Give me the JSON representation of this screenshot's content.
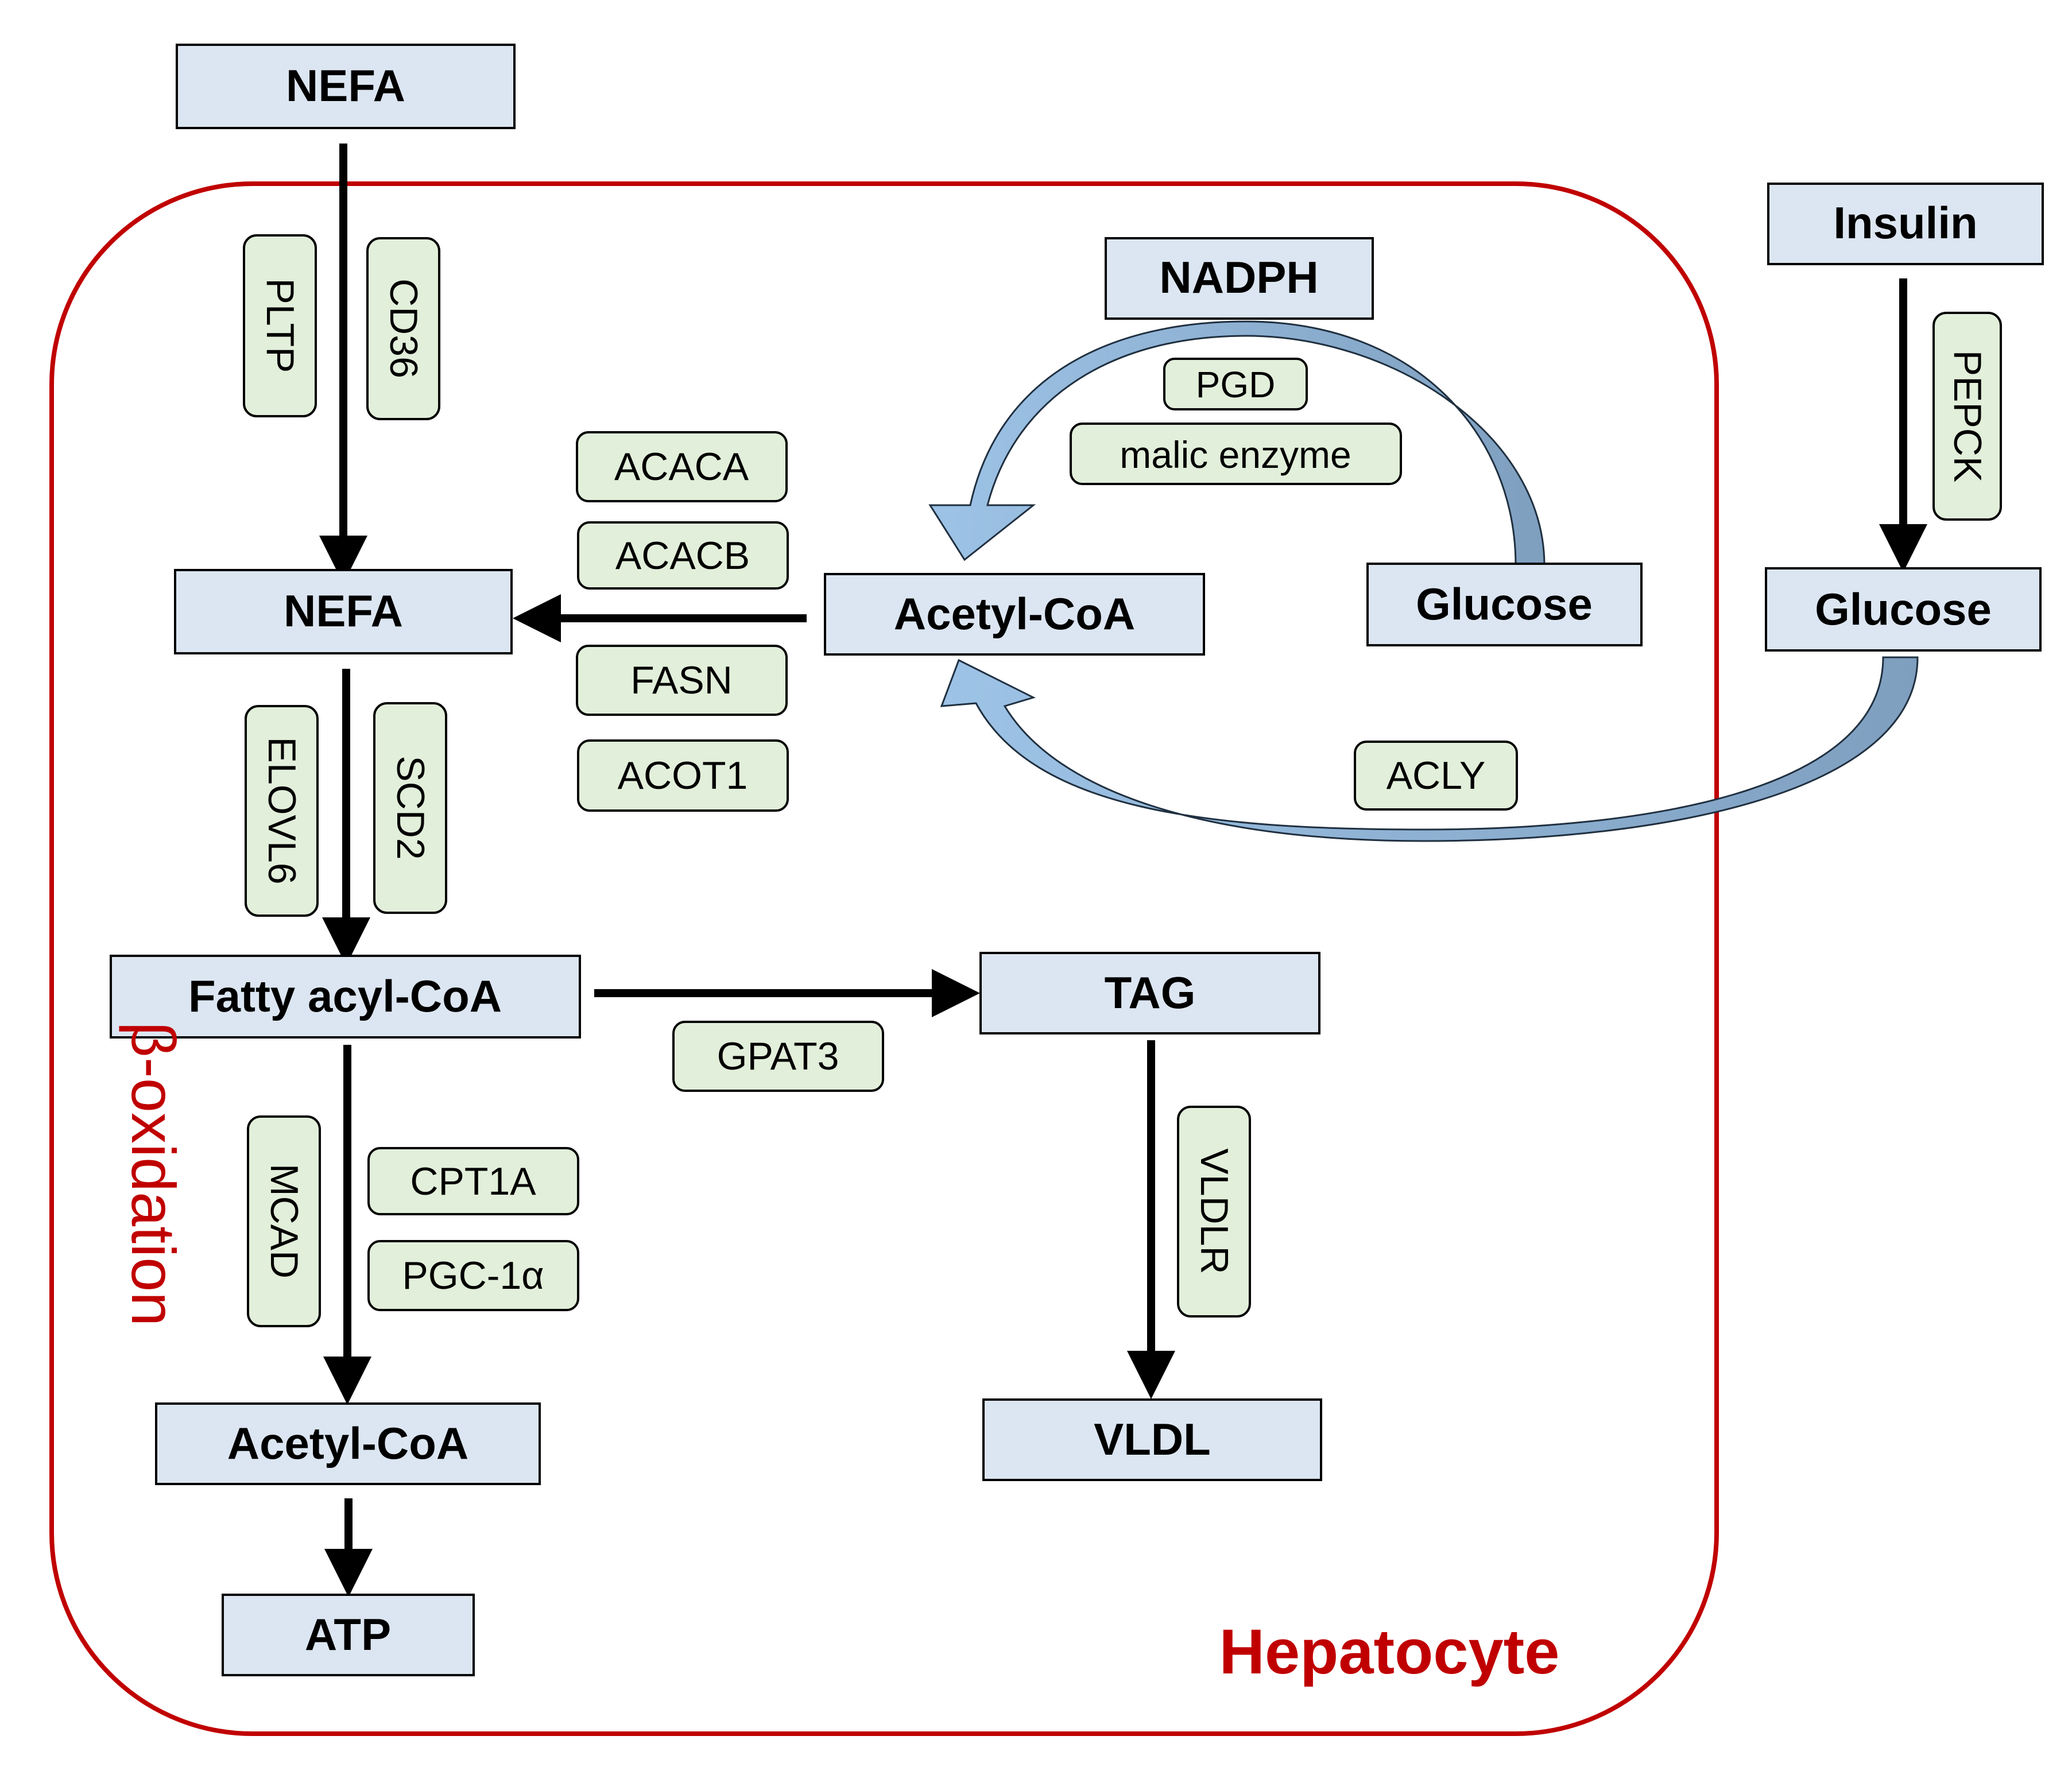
{
  "colors": {
    "cell_border": "#c00000",
    "node_fill": "#dce6f2",
    "node_stroke": "#000000",
    "enzyme_fill": "#e2efda",
    "enzyme_stroke": "#000000",
    "arrow": "#000000",
    "curved_arrow_light": "#9dc3e6",
    "curved_arrow_dark": "#7f9fbf",
    "label_red": "#c00000"
  },
  "cell_label": "Hepatocyte",
  "side_label": "β-oxidation",
  "nodes": {
    "nefa_outside": "NEFA",
    "nefa_inside": "NEFA",
    "fatty_acyl_coa": "Fatty acyl-CoA",
    "acetyl_coa_bottom": "Acetyl-CoA",
    "atp": "ATP",
    "tag": "TAG",
    "vldl": "VLDL",
    "acetyl_coa_center": "Acetyl-CoA",
    "nadph": "NADPH",
    "glucose_inside": "Glucose",
    "insulin": "Insulin",
    "glucose_outside": "Glucose"
  },
  "enzymes": {
    "pltp": "PLTP",
    "cd36": "CD36",
    "acaca": "ACACA",
    "acacb": "ACACB",
    "fasn": "FASN",
    "acot1": "ACOT1",
    "elovl6": "ELOVL6",
    "scd2": "SCD2",
    "gpat3": "GPAT3",
    "mcad": "MCAD",
    "cpt1a": "CPT1A",
    "pgc1a": "PGC-1α",
    "vldlr": "VLDLR",
    "pgd": "PGD",
    "malic_enzyme": "malic enzyme",
    "acly": "ACLY",
    "pepck": "PEPCK"
  }
}
